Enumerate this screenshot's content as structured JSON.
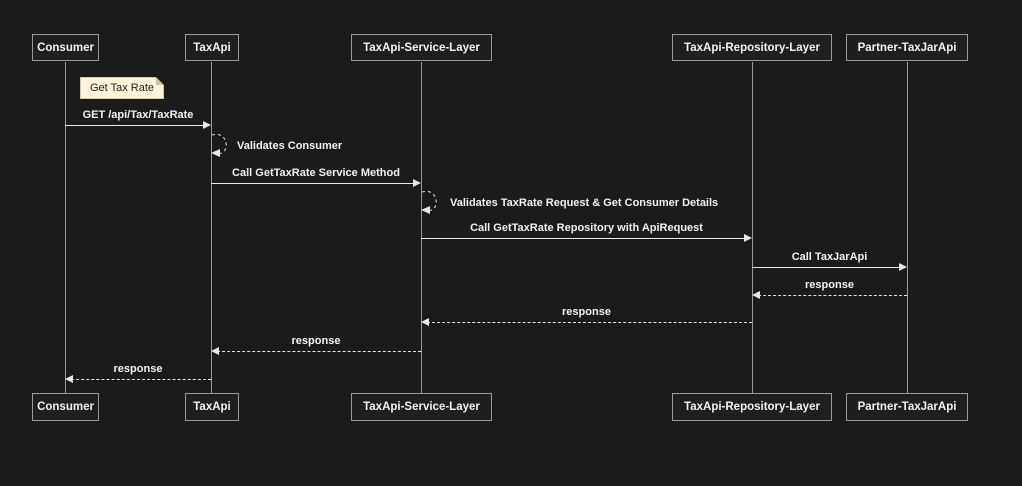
{
  "diagram_type": "sequence",
  "colors": {
    "bg": "#1b1b1b",
    "box_fill": "#1e1f1f",
    "box_border": "#9a9a9a",
    "text": "#f2f2f2",
    "line": "#e8e8e8",
    "lifeline": "#9b9b9b",
    "note_fill": "#fbf4d8",
    "note_border": "#cfc6a0",
    "note_fold": "#cfc6a0",
    "note_text": "#222222"
  },
  "participants": [
    {
      "label": "Consumer"
    },
    {
      "label": "TaxApi"
    },
    {
      "label": "TaxApi-Service-Layer"
    },
    {
      "label": "TaxApi-Repository-Layer"
    },
    {
      "label": "Partner-TaxJarApi"
    }
  ],
  "note": {
    "text": "Get Tax Rate",
    "over": "Consumer"
  },
  "messages": [
    {
      "text": "GET /api/Tax/TaxRate",
      "from": "Consumer",
      "to": "TaxApi",
      "style": "solid"
    },
    {
      "text": "Validates Consumer",
      "from": "TaxApi",
      "to": "TaxApi",
      "style": "self-dashed"
    },
    {
      "text": "Call GetTaxRate Service Method",
      "from": "TaxApi",
      "to": "TaxApi-Service-Layer",
      "style": "solid"
    },
    {
      "text": "Validates TaxRate Request & Get Consumer Details",
      "from": "TaxApi-Service-Layer",
      "to": "TaxApi-Service-Layer",
      "style": "self-dashed"
    },
    {
      "text": "Call GetTaxRate Repository with ApiRequest",
      "from": "TaxApi-Service-Layer",
      "to": "TaxApi-Repository-Layer",
      "style": "solid"
    },
    {
      "text": "Call TaxJarApi",
      "from": "TaxApi-Repository-Layer",
      "to": "Partner-TaxJarApi",
      "style": "solid"
    },
    {
      "text": "response",
      "from": "Partner-TaxJarApi",
      "to": "TaxApi-Repository-Layer",
      "style": "dashed"
    },
    {
      "text": "response",
      "from": "TaxApi-Repository-Layer",
      "to": "TaxApi-Service-Layer",
      "style": "dashed"
    },
    {
      "text": "response",
      "from": "TaxApi-Service-Layer",
      "to": "TaxApi",
      "style": "dashed"
    },
    {
      "text": "response",
      "from": "TaxApi",
      "to": "Consumer",
      "style": "dashed"
    }
  ]
}
